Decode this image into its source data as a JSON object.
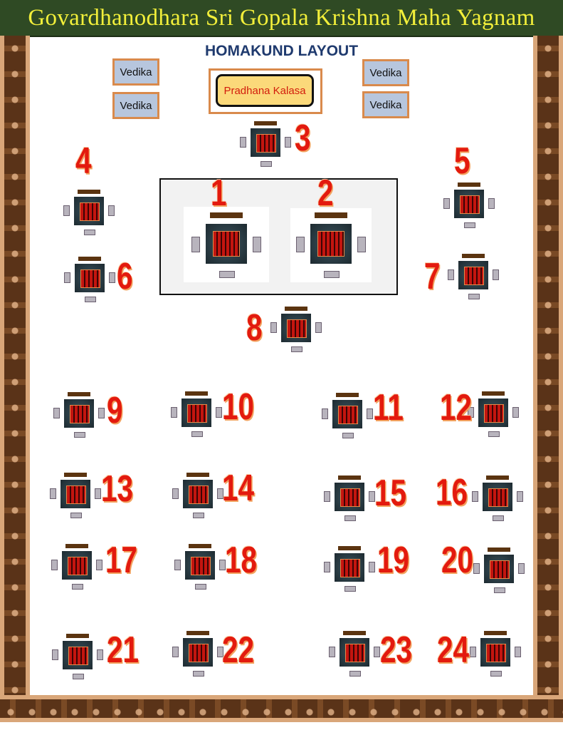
{
  "title": "Govardhanodhara Sri Gopala Krishna Maha Yagnam",
  "heading": "HOMAKUND LAYOUT",
  "vedikas": [
    "Vedika",
    "Vedika",
    "Vedika",
    "Vedika"
  ],
  "pradhana_kalasa": "Pradhana Kalasa",
  "homakunds": [
    "1",
    "2",
    "3",
    "4",
    "5",
    "6",
    "7",
    "8",
    "9",
    "10",
    "11",
    "12",
    "13",
    "14",
    "15",
    "16",
    "17",
    "18",
    "19",
    "20",
    "21",
    "22",
    "23",
    "24"
  ],
  "colors": {
    "title_bg": "#2f4a24",
    "title_text": "#f2ef3a",
    "heading": "#1f3a6e",
    "number": "#e31a0e",
    "frame": "#5a3318"
  }
}
